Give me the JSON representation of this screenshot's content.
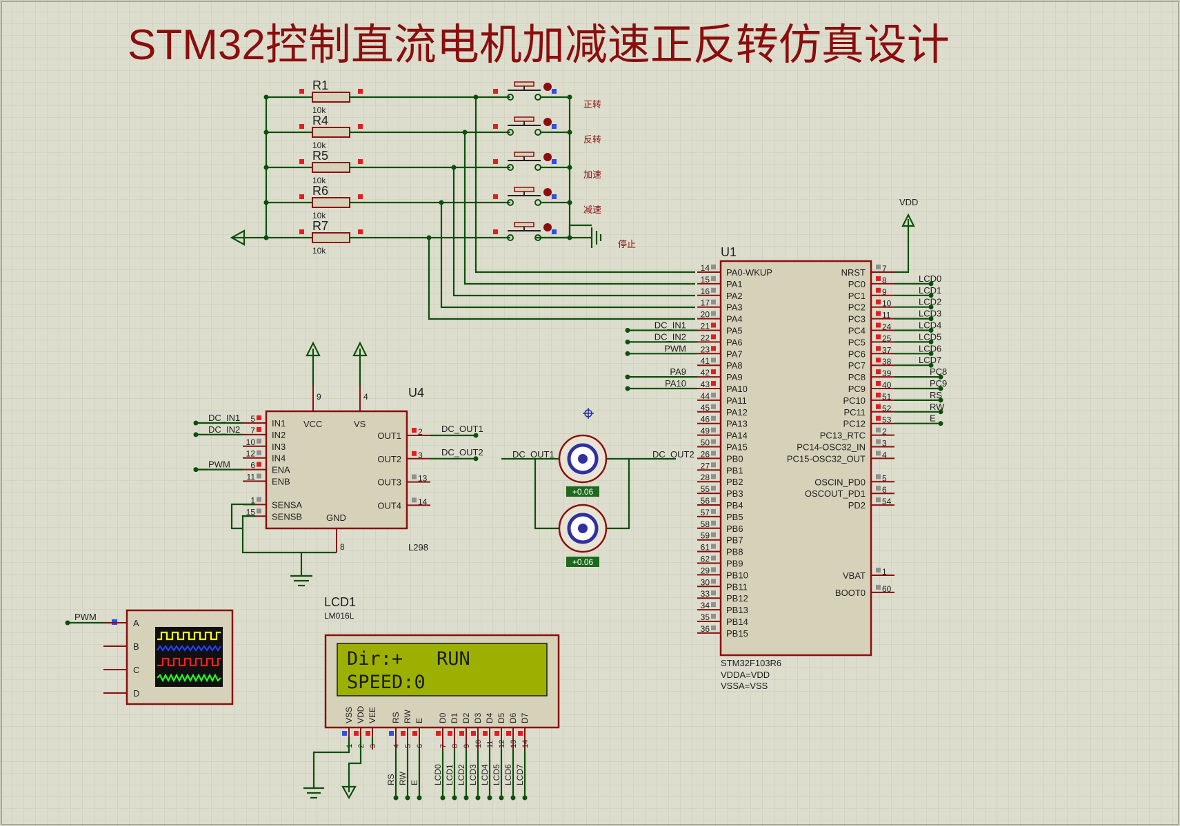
{
  "title": "STM32控制直流电机加减速正反转仿真设计",
  "colors": {
    "background": "#ddddcd",
    "grid": "#c9c9b8",
    "wire": "#0b4f0b",
    "component_fill": "#d6d2ba",
    "component_stroke": "#8a0e0e",
    "title": "#8a0e0e",
    "lcd_screen": "#9bb000",
    "lcd_text": "#1c1c08",
    "motor_badge": "#1d6a1d"
  },
  "resistors": [
    {
      "ref": "R1",
      "value": "10k"
    },
    {
      "ref": "R4",
      "value": "10k"
    },
    {
      "ref": "R5",
      "value": "10k"
    },
    {
      "ref": "R6",
      "value": "10k"
    },
    {
      "ref": "R7",
      "value": "10k"
    }
  ],
  "buttons": [
    "正转",
    "反转",
    "加速",
    "减速",
    "停止"
  ],
  "mcu": {
    "ref": "U1",
    "part": "STM32F103R6",
    "note1": "VDDA=VDD",
    "note2": "VSSA=VSS",
    "supply_label": "VDD",
    "left_pins": [
      {
        "num": "14",
        "name": "PA0-WKUP",
        "net": ""
      },
      {
        "num": "15",
        "name": "PA1",
        "net": ""
      },
      {
        "num": "16",
        "name": "PA2",
        "net": ""
      },
      {
        "num": "17",
        "name": "PA3",
        "net": ""
      },
      {
        "num": "20",
        "name": "PA4",
        "net": ""
      },
      {
        "num": "21",
        "name": "PA5",
        "net": "DC_IN1"
      },
      {
        "num": "22",
        "name": "PA6",
        "net": "DC_IN2"
      },
      {
        "num": "23",
        "name": "PA7",
        "net": "PWM"
      },
      {
        "num": "41",
        "name": "PA8",
        "net": ""
      },
      {
        "num": "42",
        "name": "PA9",
        "net": "PA9"
      },
      {
        "num": "43",
        "name": "PA10",
        "net": "PA10"
      },
      {
        "num": "44",
        "name": "PA11",
        "net": ""
      },
      {
        "num": "45",
        "name": "PA12",
        "net": ""
      },
      {
        "num": "46",
        "name": "PA13",
        "net": ""
      },
      {
        "num": "49",
        "name": "PA14",
        "net": ""
      },
      {
        "num": "50",
        "name": "PA15",
        "net": ""
      },
      {
        "num": "26",
        "name": "PB0",
        "net": ""
      },
      {
        "num": "27",
        "name": "PB1",
        "net": ""
      },
      {
        "num": "28",
        "name": "PB2",
        "net": ""
      },
      {
        "num": "55",
        "name": "PB3",
        "net": ""
      },
      {
        "num": "56",
        "name": "PB4",
        "net": ""
      },
      {
        "num": "57",
        "name": "PB5",
        "net": ""
      },
      {
        "num": "58",
        "name": "PB6",
        "net": ""
      },
      {
        "num": "59",
        "name": "PB7",
        "net": ""
      },
      {
        "num": "61",
        "name": "PB8",
        "net": ""
      },
      {
        "num": "62",
        "name": "PB9",
        "net": ""
      },
      {
        "num": "29",
        "name": "PB10",
        "net": ""
      },
      {
        "num": "30",
        "name": "PB11",
        "net": ""
      },
      {
        "num": "33",
        "name": "PB12",
        "net": ""
      },
      {
        "num": "34",
        "name": "PB13",
        "net": ""
      },
      {
        "num": "35",
        "name": "PB14",
        "net": ""
      },
      {
        "num": "36",
        "name": "PB15",
        "net": ""
      }
    ],
    "right_pins": [
      {
        "num": "7",
        "name": "NRST",
        "net": ""
      },
      {
        "num": "8",
        "name": "PC0",
        "net": "LCD0"
      },
      {
        "num": "9",
        "name": "PC1",
        "net": "LCD1"
      },
      {
        "num": "10",
        "name": "PC2",
        "net": "LCD2"
      },
      {
        "num": "11",
        "name": "PC3",
        "net": "LCD3"
      },
      {
        "num": "24",
        "name": "PC4",
        "net": "LCD4"
      },
      {
        "num": "25",
        "name": "PC5",
        "net": "LCD5"
      },
      {
        "num": "37",
        "name": "PC6",
        "net": "LCD6"
      },
      {
        "num": "38",
        "name": "PC7",
        "net": "LCD7"
      },
      {
        "num": "39",
        "name": "PC8",
        "net": "PC8"
      },
      {
        "num": "40",
        "name": "PC9",
        "net": "PC9"
      },
      {
        "num": "51",
        "name": "PC10",
        "net": "RS"
      },
      {
        "num": "52",
        "name": "PC11",
        "net": "RW"
      },
      {
        "num": "53",
        "name": "PC12",
        "net": "E"
      },
      {
        "num": "2",
        "name": "PC13_RTC",
        "net": ""
      },
      {
        "num": "3",
        "name": "PC14-OSC32_IN",
        "net": ""
      },
      {
        "num": "4",
        "name": "PC15-OSC32_OUT",
        "net": ""
      },
      {
        "num": "5",
        "name": "OSCIN_PD0",
        "net": ""
      },
      {
        "num": "6",
        "name": "OSCOUT_PD1",
        "net": ""
      },
      {
        "num": "54",
        "name": "PD2",
        "net": ""
      },
      {
        "num": "1",
        "name": "VBAT",
        "net": ""
      },
      {
        "num": "60",
        "name": "BOOT0",
        "net": ""
      }
    ]
  },
  "driver": {
    "ref": "U4",
    "part": "L298",
    "vcc_pin": "9",
    "vs_pin": "4",
    "gnd_pin": "8",
    "vcc_label": "VCC",
    "vs_label": "VS",
    "gnd_label": "GND",
    "left_pins": [
      {
        "num": "5",
        "name": "IN1",
        "net": "DC_IN1"
      },
      {
        "num": "7",
        "name": "IN2",
        "net": "DC_IN2"
      },
      {
        "num": "10",
        "name": "IN3",
        "net": ""
      },
      {
        "num": "12",
        "name": "IN4",
        "net": ""
      },
      {
        "num": "6",
        "name": "ENA",
        "net": "PWM"
      },
      {
        "num": "11",
        "name": "ENB",
        "net": ""
      },
      {
        "num": "1",
        "name": "SENSA",
        "net": ""
      },
      {
        "num": "15",
        "name": "SENSB",
        "net": ""
      }
    ],
    "right_pins": [
      {
        "num": "2",
        "name": "OUT1",
        "net": "DC_OUT1"
      },
      {
        "num": "3",
        "name": "OUT2",
        "net": "DC_OUT2"
      },
      {
        "num": "13",
        "name": "OUT3",
        "net": ""
      },
      {
        "num": "14",
        "name": "OUT4",
        "net": ""
      }
    ]
  },
  "motors": {
    "net_left": "DC_OUT1",
    "net_right": "DC_OUT2",
    "reading1": "+0.06",
    "reading2": "+0.06"
  },
  "oscilloscope": {
    "channels": [
      "A",
      "B",
      "C",
      "D"
    ],
    "input_net": "PWM"
  },
  "lcd": {
    "ref": "LCD1",
    "part": "LM016L",
    "line1": "Dir:+   RUN",
    "line2": "SPEED:0",
    "pins": [
      {
        "num": "1",
        "name": "VSS",
        "net": ""
      },
      {
        "num": "2",
        "name": "VDD",
        "net": ""
      },
      {
        "num": "3",
        "name": "VEE",
        "net": ""
      },
      {
        "num": "4",
        "name": "RS",
        "net": "RS"
      },
      {
        "num": "5",
        "name": "RW",
        "net": "RW"
      },
      {
        "num": "6",
        "name": "E",
        "net": "E"
      },
      {
        "num": "7",
        "name": "D0",
        "net": "LCD0"
      },
      {
        "num": "8",
        "name": "D1",
        "net": "LCD1"
      },
      {
        "num": "9",
        "name": "D2",
        "net": "LCD2"
      },
      {
        "num": "10",
        "name": "D3",
        "net": "LCD3"
      },
      {
        "num": "11",
        "name": "D4",
        "net": "LCD4"
      },
      {
        "num": "12",
        "name": "D5",
        "net": "LCD5"
      },
      {
        "num": "13",
        "name": "D6",
        "net": "LCD6"
      },
      {
        "num": "14",
        "name": "D7",
        "net": "LCD7"
      }
    ]
  }
}
